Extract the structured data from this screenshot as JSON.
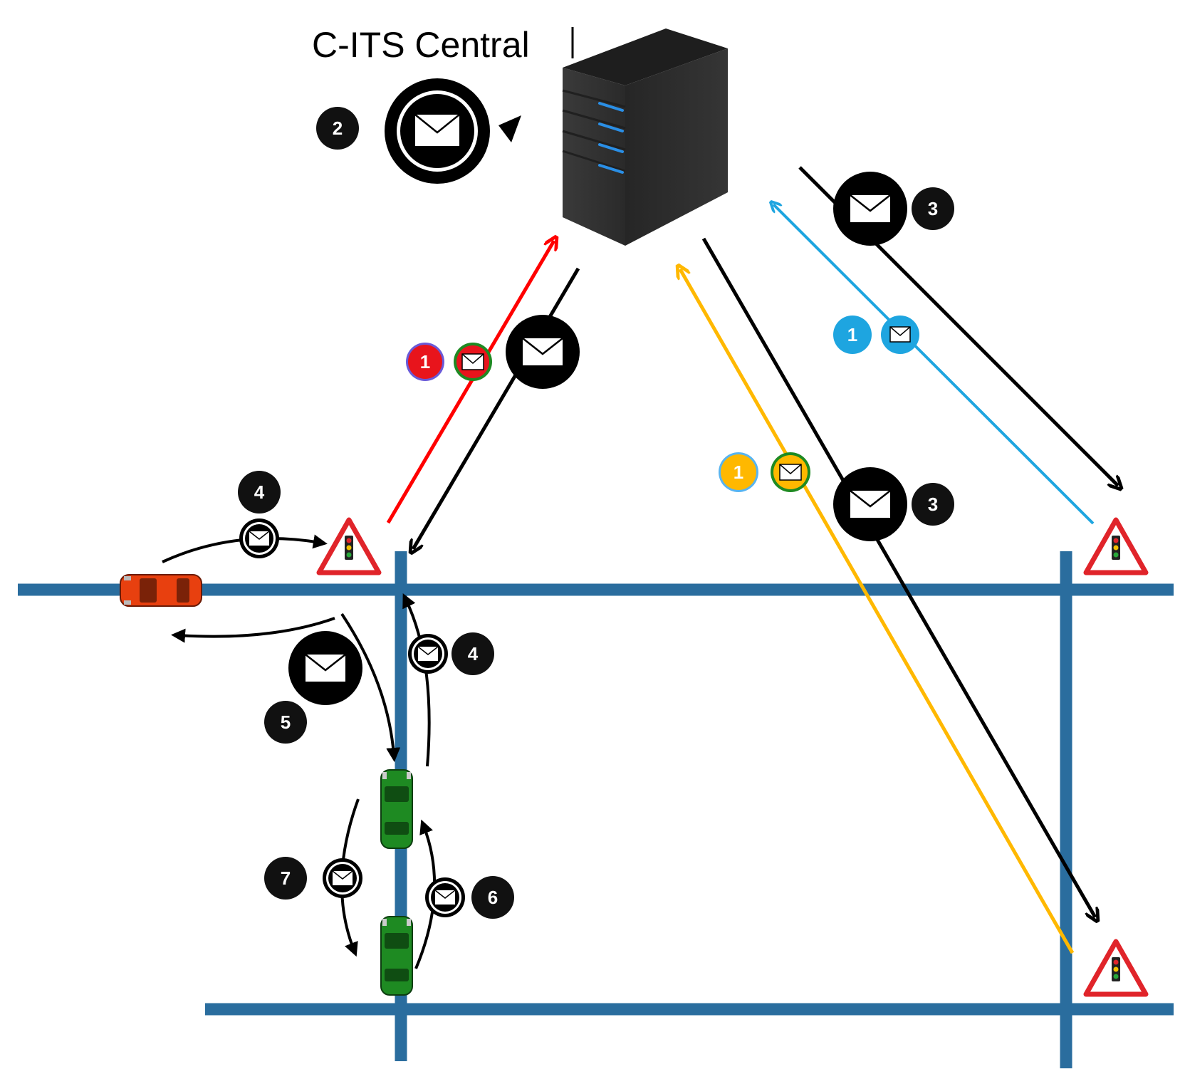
{
  "title": "C-ITS Central",
  "steps": {
    "s1": "1",
    "s2": "2",
    "s3": "3",
    "s4": "4",
    "s5": "5",
    "s6": "6",
    "s7": "7"
  },
  "colors": {
    "road": "#2a6d9e",
    "red_flow": "#ff0000",
    "blue_flow": "#1ea5e0",
    "yellow_flow": "#ffb800",
    "black_flow": "#000000",
    "server_body": "#303030",
    "server_led": "#2a8fe6",
    "warning_sign": "#e0242a",
    "red_car": "#e8400f",
    "green_car": "#1e8a22"
  },
  "icons": {
    "server": "server-tower-icon",
    "message": "envelope-icon",
    "process": "circular-refresh-icon",
    "sign": "traffic-light-warning-sign-icon",
    "vehicle": "car-topview-icon"
  }
}
